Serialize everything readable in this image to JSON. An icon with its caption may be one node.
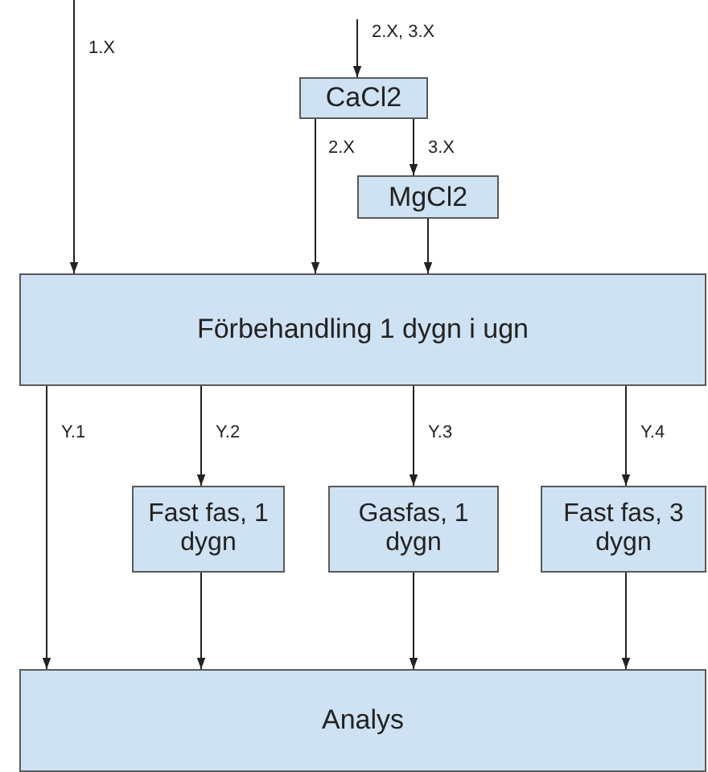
{
  "diagram": {
    "nodes": [
      {
        "text": [
          "CaCl2"
        ]
      },
      {
        "text": [
          "MgCl2"
        ]
      },
      {
        "text": [
          "Förbehandling 1 dygn i ugn"
        ]
      },
      {
        "text": [
          "Fast fas, 1 dygn"
        ]
      },
      {
        "text": [
          "Gasfas, 1 dygn"
        ]
      },
      {
        "text": [
          "Fast fas, 3 dygn"
        ]
      },
      {
        "text": [
          "Analys"
        ]
      }
    ],
    "edges": [
      {
        "from": null,
        "to": 2,
        "arrow": "to",
        "label": "1.X"
      },
      {
        "from": null,
        "to": 0,
        "arrow": "to",
        "label": "2.X, 3.X"
      },
      {
        "from": 0,
        "to": 2,
        "arrow": "to",
        "label": "2.X"
      },
      {
        "from": 0,
        "to": 1,
        "arrow": "to",
        "label": "3.X"
      },
      {
        "from": 1,
        "to": 2,
        "arrow": "to"
      },
      {
        "from": 2,
        "to": 6,
        "arrow": "to",
        "label": "Y.1"
      },
      {
        "from": 2,
        "to": 3,
        "arrow": "to",
        "label": "Y.2"
      },
      {
        "from": 3,
        "to": 6,
        "arrow": "to"
      },
      {
        "from": 2,
        "to": 4,
        "arrow": "to",
        "label": "Y.3"
      },
      {
        "from": 4,
        "to": 6,
        "arrow": "to"
      },
      {
        "from": 2,
        "to": 5,
        "arrow": "to",
        "label": "Y.4"
      },
      {
        "from": 5,
        "to": 6,
        "arrow": "to"
      }
    ]
  }
}
